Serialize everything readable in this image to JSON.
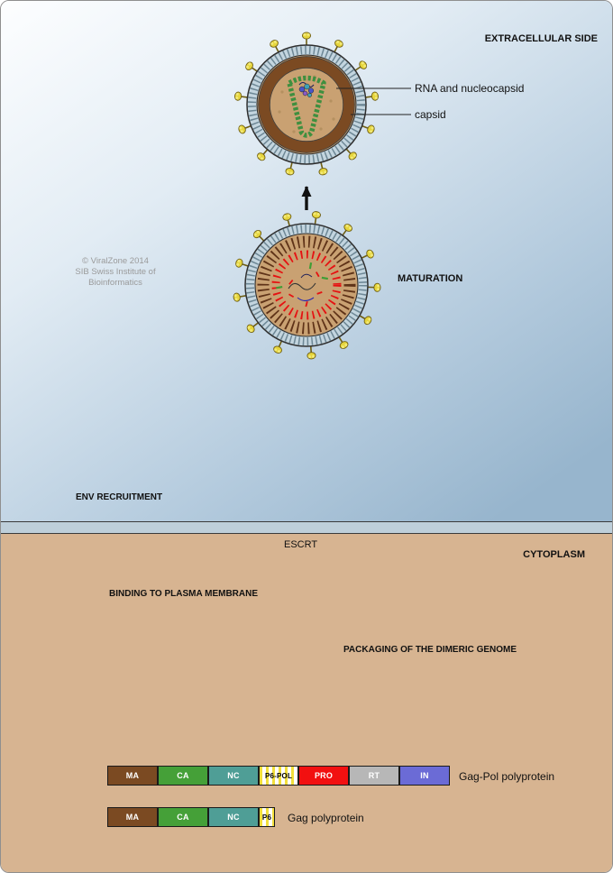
{
  "labels": {
    "extracellular_side": "EXTRACELLULAR SIDE",
    "cytoplasm": "CYTOPLASM",
    "rna_and_nucleocapsid": "RNA and nucleocapsid",
    "capsid": "capsid",
    "maturation": "MATURATION",
    "env_recruitment": "ENV RECRUITMENT",
    "escrt": "ESCRT",
    "binding_to_plasma_membrane": "BINDING TO PLASMA MEMBRANE",
    "packaging_of_the_dimeric_genome": "PACKAGING OF THE DIMERIC GENOME"
  },
  "credit": {
    "line1": "© ViralZone 2014",
    "line2": "SIB Swiss Institute of Bioinformatics"
  },
  "bars": {
    "gagpol": {
      "name": "Gag-Pol polyprotein",
      "segments": [
        {
          "label": "MA",
          "color": "#7b4a22"
        },
        {
          "label": "CA",
          "color": "#45a038"
        },
        {
          "label": "NC",
          "color": "#4f9e96"
        },
        {
          "label": "P6-POL",
          "color": "#ffffff"
        },
        {
          "label": "PRO",
          "color": "#f21010"
        },
        {
          "label": "RT",
          "color": "#b7b7b7"
        },
        {
          "label": "IN",
          "color": "#6b6bd6"
        }
      ]
    },
    "gag": {
      "name": "Gag polyprotein",
      "segments": [
        {
          "label": "MA",
          "color": "#7b4a22"
        },
        {
          "label": "CA",
          "color": "#45a038"
        },
        {
          "label": "NC",
          "color": "#4f9e96"
        },
        {
          "label": "P6",
          "color": "#ffffff"
        }
      ]
    }
  },
  "colors": {
    "cytoplasm_bg": "#d7b491",
    "membrane": "#becfda",
    "env_spike_yellow": "#e6d53c",
    "capsid_green": "#3f8f3f",
    "virion_interior": "#c9a172"
  }
}
